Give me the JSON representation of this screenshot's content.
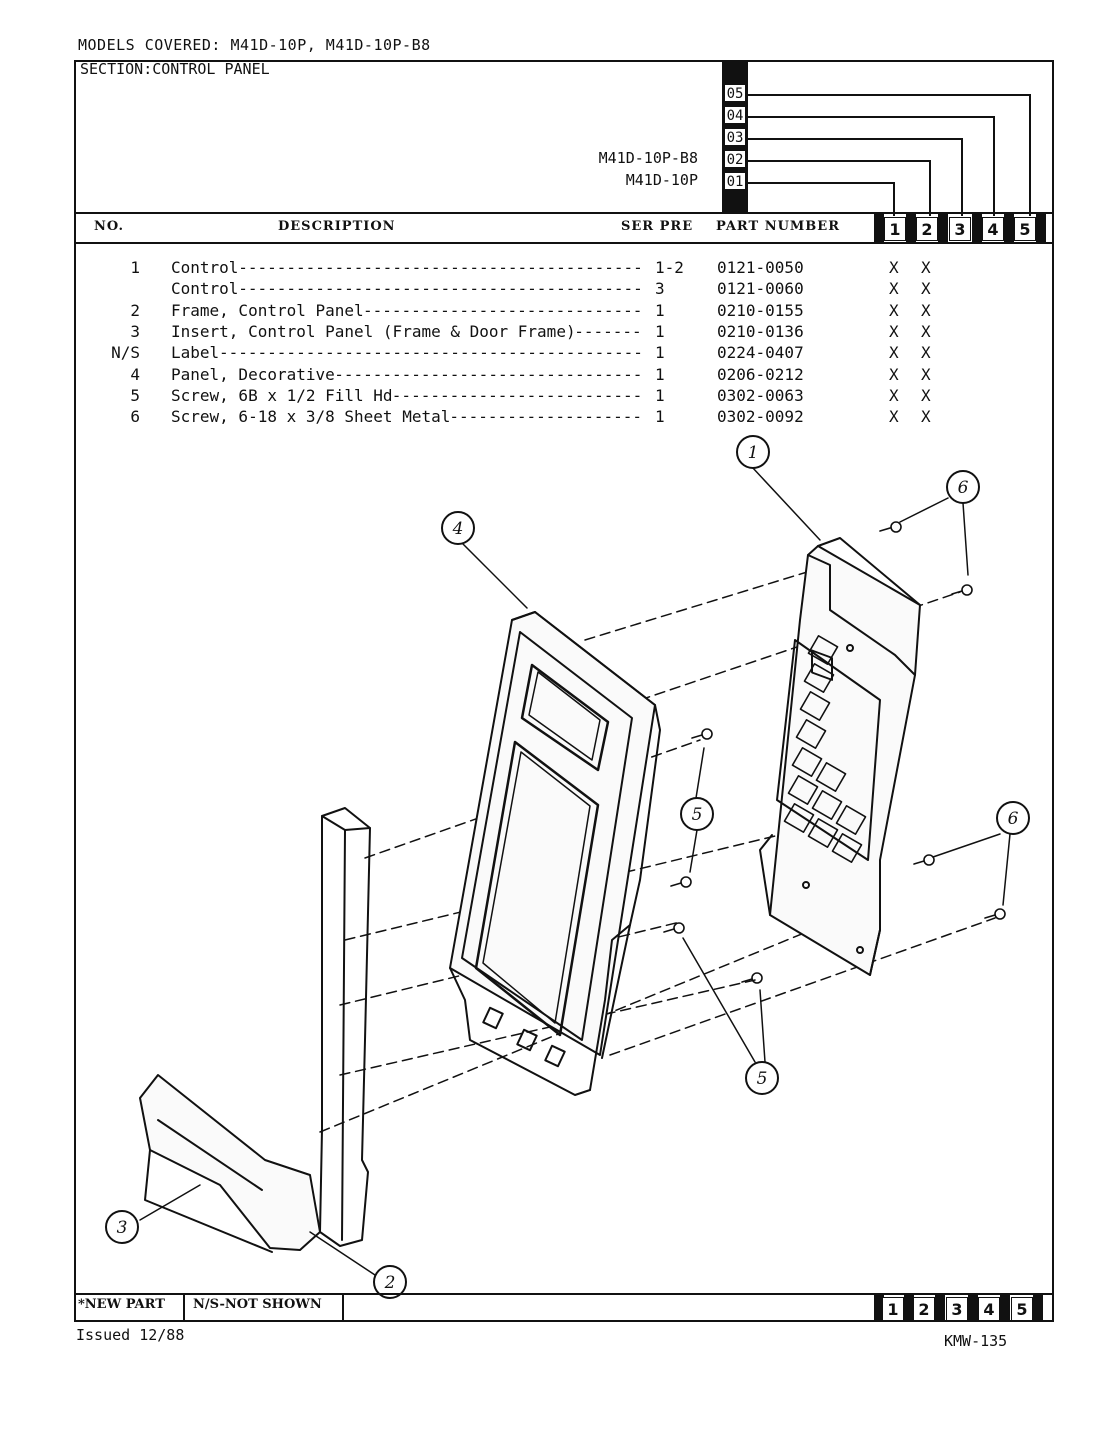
{
  "header": {
    "models_covered": "MODELS COVERED:  M41D-10P, M41D-10P-B8",
    "section": "SECTION:CONTROL PANEL"
  },
  "model_codes": [
    "05",
    "04",
    "03",
    "02",
    "01"
  ],
  "models": [
    {
      "name": "M41D-10P-B8",
      "code": "02"
    },
    {
      "name": "M41D-10P",
      "code": "01"
    }
  ],
  "columns": {
    "no": "NO.",
    "description": "DESCRIPTION",
    "ser_pre": "SER PRE",
    "part_number": "PART NUMBER",
    "boxes": [
      "1",
      "2",
      "3",
      "4",
      "5"
    ]
  },
  "parts": [
    {
      "no": "1",
      "description": "Control",
      "ser_pre": "1-2",
      "part_number": "0121-0050",
      "c1": "X",
      "c2": "X"
    },
    {
      "no": "",
      "description": "Control",
      "ser_pre": "3",
      "part_number": "0121-0060",
      "c1": "X",
      "c2": "X"
    },
    {
      "no": "2",
      "description": "Frame, Control Panel",
      "ser_pre": "1",
      "part_number": "0210-0155",
      "c1": "X",
      "c2": "X"
    },
    {
      "no": "3",
      "description": "Insert, Control Panel (Frame & Door Frame)",
      "ser_pre": "1",
      "part_number": "0210-0136",
      "c1": "X",
      "c2": "X"
    },
    {
      "no": "N/S",
      "description": "Label",
      "ser_pre": "1",
      "part_number": "0224-0407",
      "c1": "X",
      "c2": "X"
    },
    {
      "no": "4",
      "description": "Panel, Decorative",
      "ser_pre": "1",
      "part_number": "0206-0212",
      "c1": "X",
      "c2": "X"
    },
    {
      "no": "5",
      "description": "Screw, 6B x 1/2 Fill Hd",
      "ser_pre": "1",
      "part_number": "0302-0063",
      "c1": "X",
      "c2": "X"
    },
    {
      "no": "6",
      "description": "Screw, 6-18 x 3/8 Sheet Metal",
      "ser_pre": "1",
      "part_number": "0302-0092",
      "c1": "X",
      "c2": "X"
    }
  ],
  "callouts": [
    "1",
    "6",
    "4",
    "5",
    "6",
    "5",
    "3",
    "2"
  ],
  "footer": {
    "new_part": "*NEW PART",
    "not_shown": "N/S-NOT SHOWN",
    "boxes": [
      "1",
      "2",
      "3",
      "4",
      "5"
    ],
    "issued": "Issued 12/88",
    "page_id": "KMW-135"
  },
  "colors": {
    "ink": "#111111",
    "paper": "#ffffff"
  }
}
